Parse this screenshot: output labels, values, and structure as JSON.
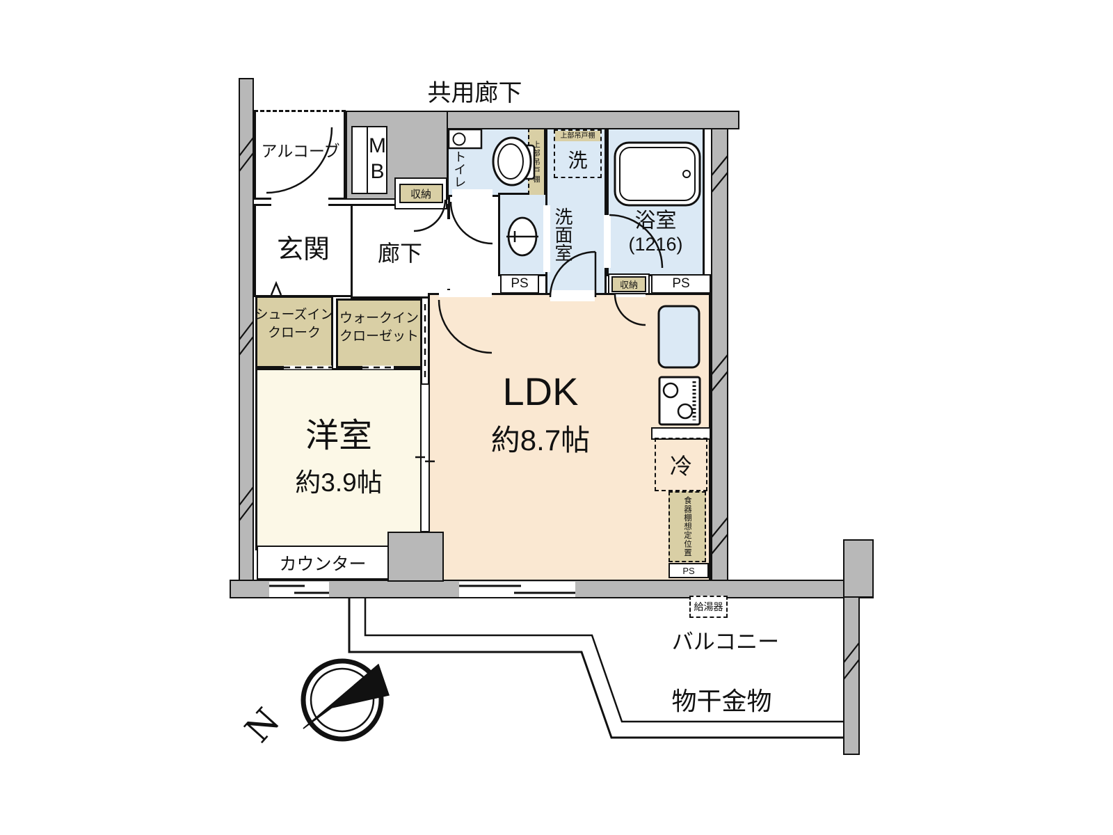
{
  "colors": {
    "wall": "#b8b8b8",
    "water": "#dbe9f5",
    "closet": "#d9cfa5",
    "western": "#fcf8e7",
    "ldk": "#fae8d2",
    "line": "#111111"
  },
  "header": {
    "common_corridor": "共用廊下"
  },
  "rooms": {
    "alcove": "アルコーブ",
    "meter_box": "MB",
    "entrance": "玄関",
    "corridor": "廊下",
    "toilet": "トイレ",
    "washroom": "洗面室",
    "bathroom": "浴室",
    "bathroom_size": "(1216)",
    "shoes_closet": [
      "シューズイン",
      "クローク"
    ],
    "walk_in_closet": [
      "ウォークイン",
      "クローゼット"
    ],
    "western_room": "洋室",
    "western_room_size": "約3.9帖",
    "ldk": "LDK",
    "ldk_size": "約8.7帖",
    "balcony": "バルコニー"
  },
  "fixtures": {
    "storage_hall": "収納",
    "storage_ldk": "収納",
    "upper_shelf_toilet": "上部吊戸棚",
    "upper_shelf_washer": "上部吊戸棚",
    "washer": "洗",
    "ps_washroom": "PS",
    "ps_bath": "PS",
    "ps_kitchen": "PS",
    "refrigerator": "冷",
    "cupboard_position": "食器棚想定位置",
    "counter": "カウンター",
    "water_heater": "給湯器",
    "laundry_hardware": "物干金物"
  },
  "compass": {
    "north": "N"
  }
}
